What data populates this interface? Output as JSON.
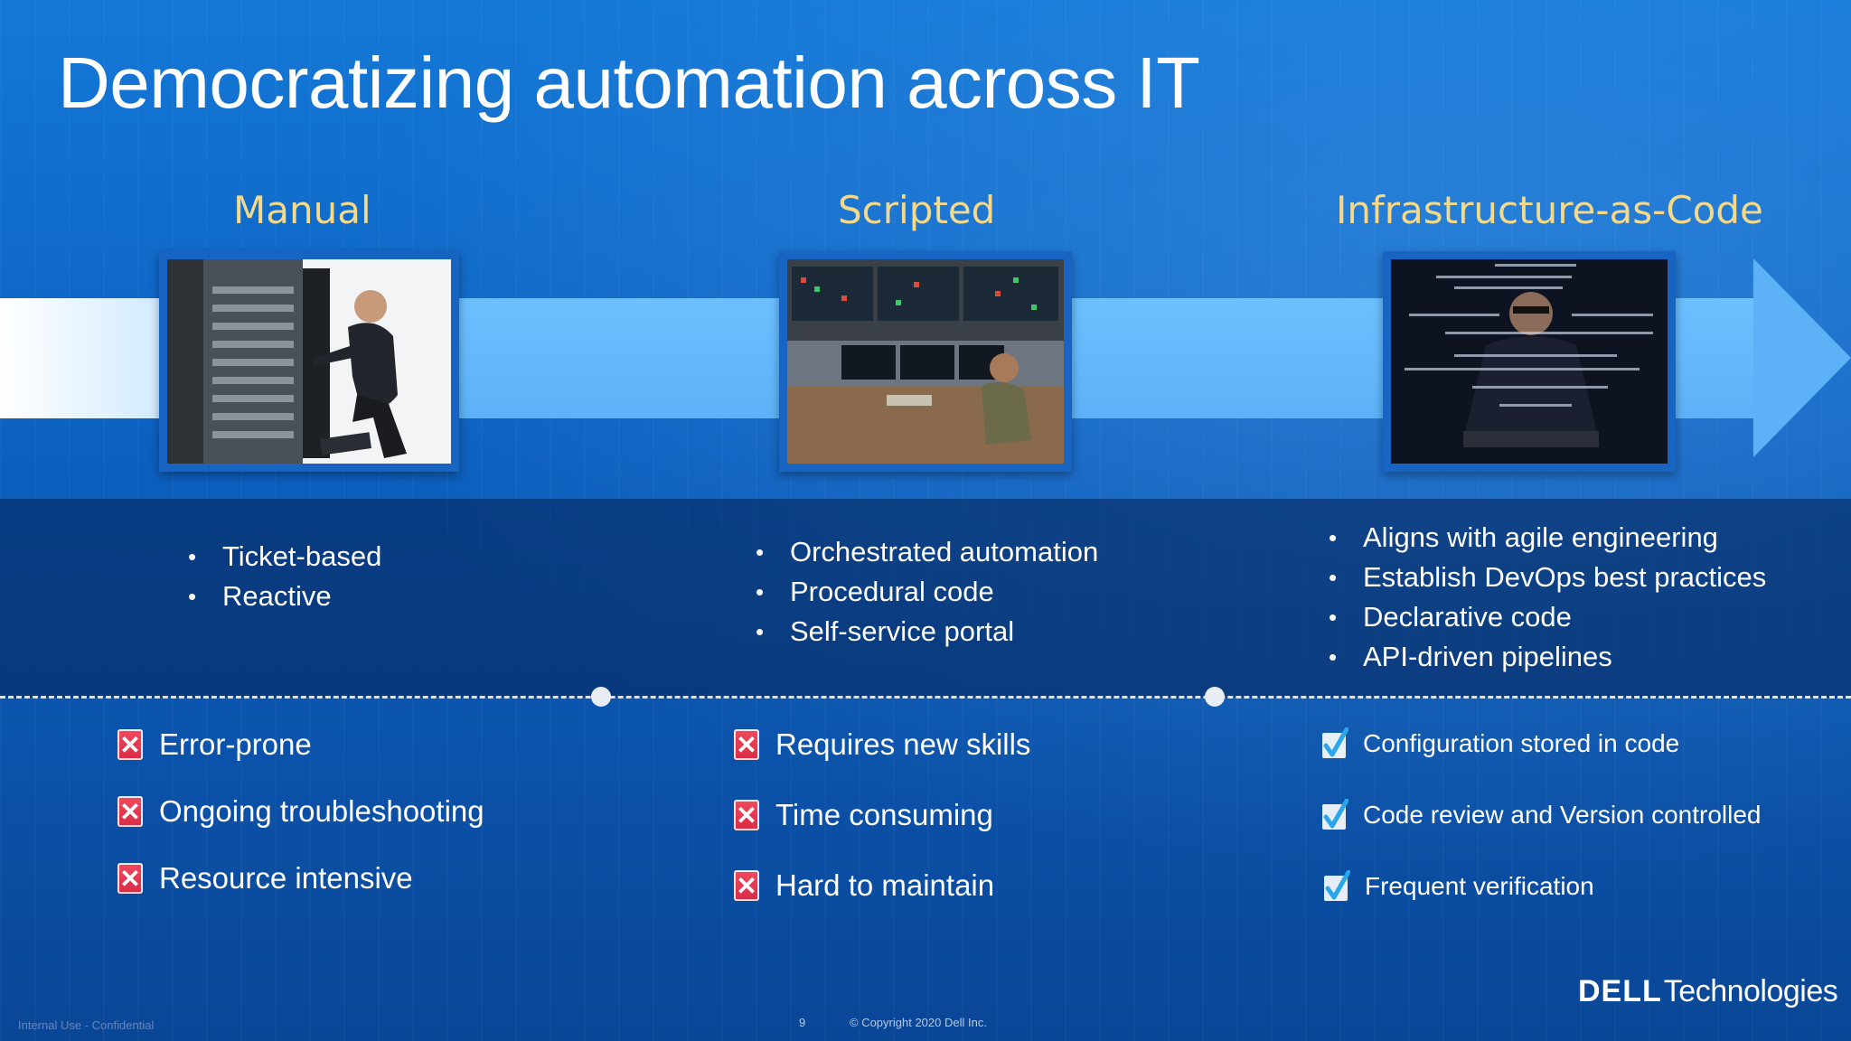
{
  "slide": {
    "title": "Democratizing automation across IT",
    "stages": [
      {
        "label": "Manual",
        "bullets": [
          "Ticket-based",
          "Reactive"
        ],
        "status": [
          {
            "text": "Error-prone",
            "icon": "x-icon"
          },
          {
            "text": "Ongoing troubleshooting",
            "icon": "x-icon"
          },
          {
            "text": "Resource intensive",
            "icon": "x-icon"
          }
        ]
      },
      {
        "label": "Scripted",
        "bullets": [
          "Orchestrated automation",
          "Procedural code",
          "Self-service portal"
        ],
        "status": [
          {
            "text": "Requires new skills",
            "icon": "x-icon"
          },
          {
            "text": "Time consuming",
            "icon": "x-icon"
          },
          {
            "text": "Hard to maintain",
            "icon": "x-icon"
          }
        ]
      },
      {
        "label": "Infrastructure-as-Code",
        "bullets": [
          "Aligns with agile engineering",
          "Establish DevOps best practices",
          "Declarative code",
          "API-driven pipelines"
        ],
        "status": [
          {
            "text": "Configuration stored in code",
            "icon": "check-icon"
          },
          {
            "text": "Code review and Version controlled",
            "icon": "check-icon"
          },
          {
            "text": "Frequent verification",
            "icon": "check-icon"
          }
        ]
      }
    ]
  },
  "footer": {
    "classification": "Internal Use - Confidential",
    "page_number": "9",
    "copyright": "© Copyright 2020 Dell Inc.",
    "brand_dell": "DELL",
    "brand_tech": "Technologies"
  },
  "colors": {
    "stage_label": "#f4d98a",
    "x_icon": "#e03550",
    "check_icon": "#3ab0f0"
  }
}
